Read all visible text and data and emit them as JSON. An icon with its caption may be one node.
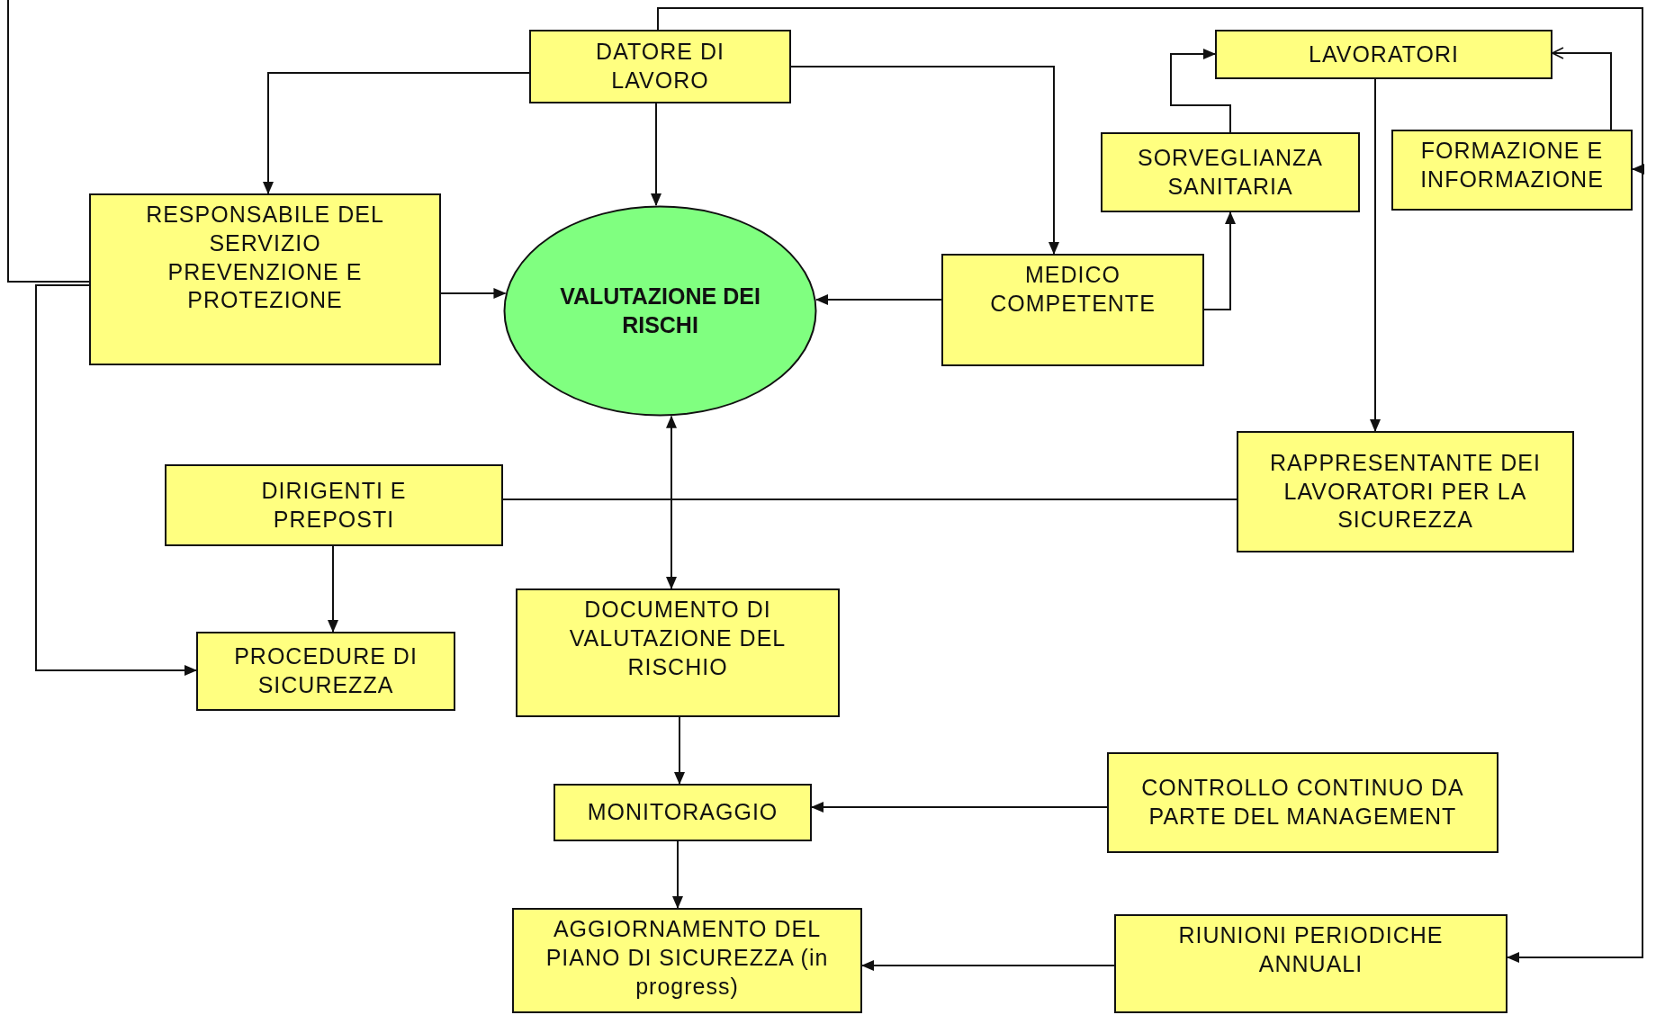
{
  "diagram": {
    "nodes": [
      {
        "text": [
          "DATORE DI LAVORO"
        ]
      },
      {
        "text": [
          "RESPONSABILE DEL SERVIZIO PREVENZIONE E PROTEZIONE"
        ]
      },
      {
        "text": [
          "VALUTAZIONE DEI RISCHI"
        ]
      },
      {
        "text": [
          "MEDICO COMPETENTE"
        ]
      },
      {
        "text": [
          "SORVEGLIANZA SANITARIA"
        ]
      },
      {
        "text": [
          "LAVORATORI"
        ]
      },
      {
        "text": [
          "FORMAZIONE E INFORMAZIONE"
        ]
      },
      {
        "text": [
          "RAPPRESENTANTE DEI LAVORATORI PER LA SICUREZZA"
        ]
      },
      {
        "text": [
          "DIRIGENTI E PREPOSTI"
        ]
      },
      {
        "text": [
          "PROCEDURE DI SICUREZZA"
        ]
      },
      {
        "text": [
          "DOCUMENTO DI VALUTAZIONE DEL RISCHIO"
        ]
      },
      {
        "text": [
          "MONITORAGGIO"
        ]
      },
      {
        "text": [
          "CONTROLLO CONTINUO DA PARTE DEL MANAGEMENT"
        ]
      },
      {
        "text": [
          "AGGIORNAMENTO DEL PIANO DI SICUREZZA (in progress)"
        ]
      },
      {
        "text": [
          "RIUNIONI PERIODICHE ANNUALI"
        ]
      }
    ],
    "edges": [
      {
        "from": 0,
        "to": 1,
        "arrow": "to"
      },
      {
        "from": 0,
        "to": 2,
        "arrow": "to"
      },
      {
        "from": 0,
        "to": 3,
        "arrow": "to"
      },
      {
        "from": 0,
        "to": 6,
        "arrow": "to"
      },
      {
        "from": 0,
        "to": 14,
        "arrow": "to"
      },
      {
        "from": null,
        "to": 1,
        "arrow": "none"
      },
      {
        "from": 1,
        "to": 9,
        "arrow": "to"
      },
      {
        "from": 1,
        "to": 2,
        "arrow": "to"
      },
      {
        "from": 3,
        "to": 2,
        "arrow": "to"
      },
      {
        "from": 3,
        "to": 4,
        "arrow": "to"
      },
      {
        "from": 4,
        "to": 5,
        "arrow": "to"
      },
      {
        "from": 6,
        "to": 5,
        "arrow": "to"
      },
      {
        "from": 5,
        "to": 7,
        "arrow": "to"
      },
      {
        "from": 2,
        "to": 10,
        "arrow": "both"
      },
      {
        "from": 8,
        "to": 7,
        "arrow": "none"
      },
      {
        "from": 8,
        "to": 9,
        "arrow": "to"
      },
      {
        "from": 10,
        "to": 11,
        "arrow": "to"
      },
      {
        "from": 12,
        "to": 11,
        "arrow": "to"
      },
      {
        "from": 11,
        "to": 13,
        "arrow": "to"
      },
      {
        "from": 14,
        "to": 13,
        "arrow": "to"
      }
    ]
  }
}
